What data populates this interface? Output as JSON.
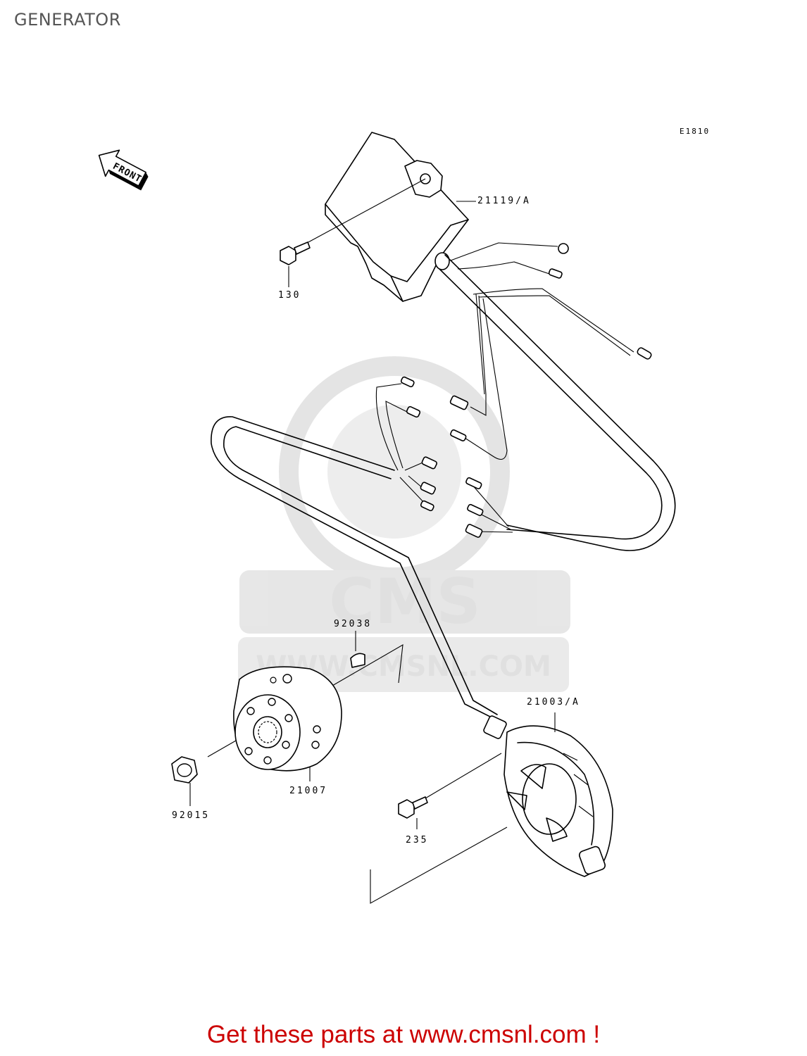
{
  "page": {
    "title": "GENERATOR"
  },
  "diagram": {
    "ref_code": "E1810",
    "front_label": "FRONT",
    "parts": [
      {
        "number": "21119/A"
      },
      {
        "number": "130"
      },
      {
        "number": "92038"
      },
      {
        "number": "21003/A"
      },
      {
        "number": "21007"
      },
      {
        "number": "92015"
      },
      {
        "number": "235"
      }
    ],
    "watermark": {
      "brand": "CMS",
      "url": "WWW.CMSNL.COM"
    }
  },
  "footer": {
    "cta": "Get these parts at www.cmsnl.com !"
  }
}
